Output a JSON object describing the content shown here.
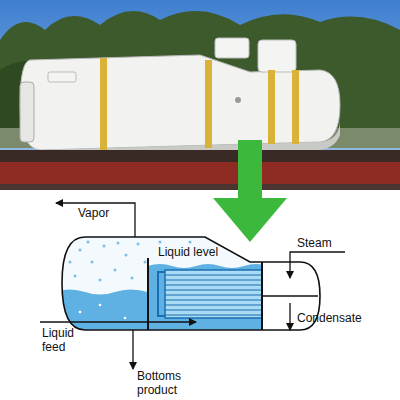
{
  "diagram": {
    "labels": [
      "Vapor",
      "Liquid level",
      "Steam",
      "Condensate",
      "Liquid feed",
      "Bottoms product"
    ]
  }
}
